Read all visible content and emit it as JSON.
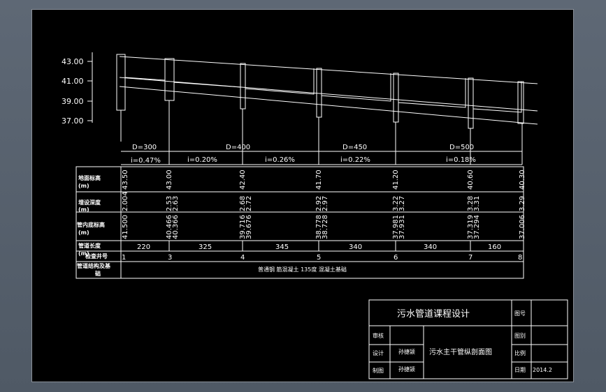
{
  "y_axis": {
    "labels": [
      "43.00",
      "41.00",
      "39.00",
      "37.00"
    ]
  },
  "diameters": [
    "D=300",
    "D=400",
    "D=450",
    "D=500"
  ],
  "slopes": [
    "i=0.47%",
    "i=0.20%",
    "i=0.26%",
    "i=0.22%",
    "i=0.18%"
  ],
  "table": {
    "row_labels": {
      "ground": [
        "地面标高",
        "(m)"
      ],
      "depth": [
        "埋设深度",
        "(m)"
      ],
      "invert": [
        "管内底标高",
        "(m)"
      ],
      "length": [
        "管道长度",
        "(m)"
      ],
      "well": [
        "检查井号"
      ],
      "base": [
        "管道结构及基",
        "础"
      ]
    },
    "ground_values": [
      "43.50",
      "43.00",
      "42.40",
      "41.70",
      "41.20",
      "40.60",
      "40.30"
    ],
    "depth_values": [
      "2.004",
      "2.53",
      "2.63",
      "2.68",
      "2.72",
      "2.92",
      "2.97",
      "3.22",
      "3.27",
      "3.28",
      "3.31",
      "3.29"
    ],
    "invert_values": [
      "41.500",
      "40.466",
      "40.366",
      "39.716",
      "39.676",
      "38.778",
      "38.728",
      "37.981",
      "37.931",
      "37.319",
      "37.294",
      "37.006"
    ],
    "lengths": [
      "220",
      "325",
      "345",
      "340",
      "340",
      "160"
    ],
    "wells": [
      "1",
      "3",
      "4",
      "5",
      "6",
      "7",
      "8"
    ],
    "base_text": "普通钢 筋混凝土  135度  混凝土基础"
  },
  "title_block": {
    "project": "污水管道课程设计",
    "drawing_name": "污水主干管纵剖面图",
    "review_label": "审核",
    "design_label": "设计",
    "draw_label": "制图",
    "designer": "孙捷颍",
    "drafter": "孙捷颍",
    "fig_no_label": "图号",
    "fig_label": "图别",
    "scale_label": "比例",
    "date_label": "日期",
    "date": "2014.2"
  }
}
